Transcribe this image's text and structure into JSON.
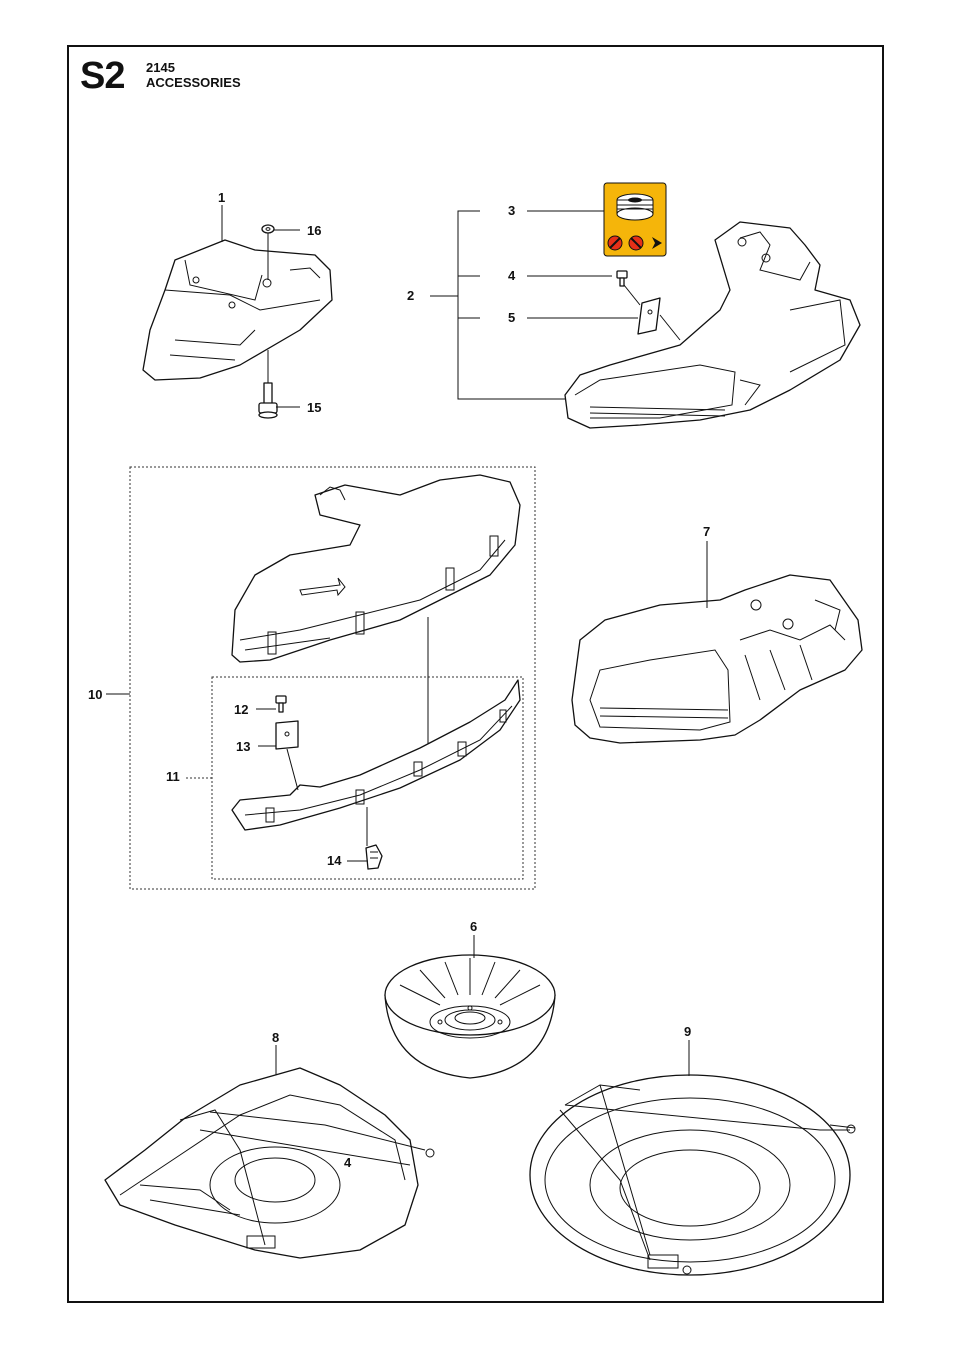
{
  "header": {
    "section_code": "S2",
    "model": "2145",
    "title": "ACCESSORIES"
  },
  "callouts": [
    "1",
    "2",
    "3",
    "4",
    "5",
    "6",
    "7",
    "8",
    "9",
    "10",
    "11",
    "12",
    "13",
    "14",
    "15",
    "16"
  ],
  "decal": {
    "bg_color": "#f5b50a",
    "icons": [
      "spool-icon",
      "no-blade-icon",
      "no-saw-blade-icon",
      "direction-arrow-icon"
    ]
  }
}
